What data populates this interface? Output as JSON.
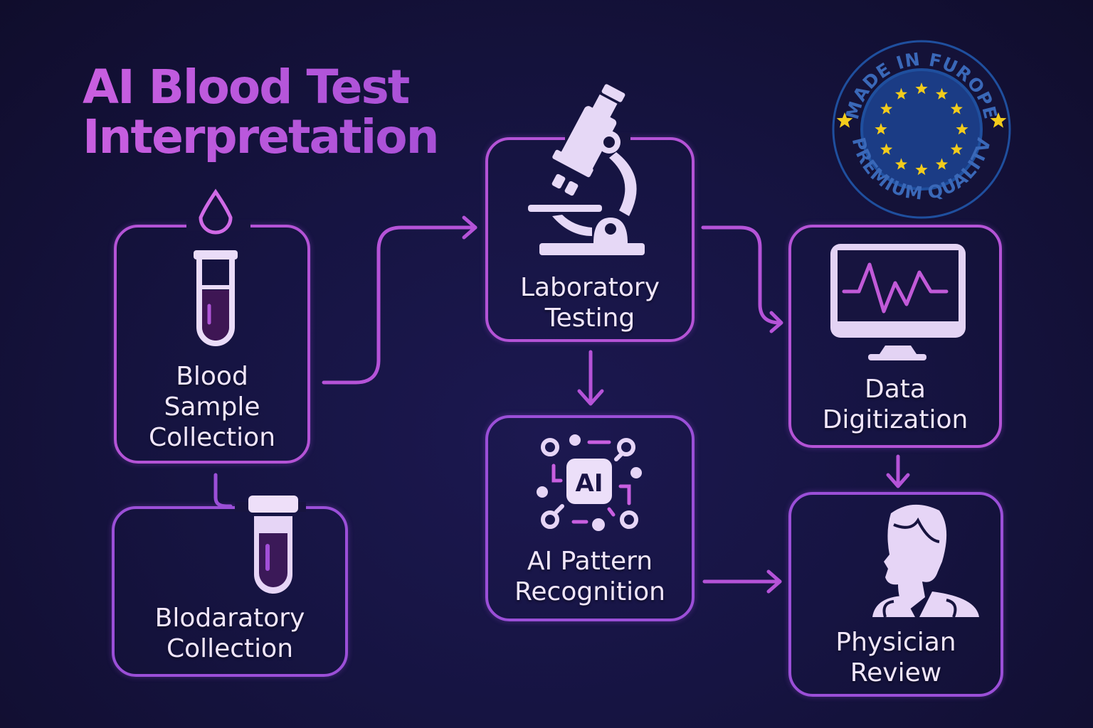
{
  "title": {
    "line1": "AI Blood Test",
    "line2": "Interpretation"
  },
  "badge": {
    "top_text": "MADE IN FUROPE",
    "bottom_text": "PREMIUM QUALITV",
    "icon": "eu-flag-stars-icon",
    "colors": {
      "ring": "#1f4f9e",
      "text": "#3a68b8",
      "center": "#1b3c85",
      "stars": "#f3cc1c"
    }
  },
  "steps": [
    {
      "id": "blood-sample-collection",
      "label_lines": [
        "Blood",
        "Sample",
        "Collection"
      ],
      "icon": "test-tube-drop-icon"
    },
    {
      "id": "blodaratory-collection",
      "label_lines": [
        "Blodaratory",
        "Collection"
      ],
      "icon": "test-tube-icon"
    },
    {
      "id": "laboratory-testing",
      "label_lines": [
        "Laboratory",
        "Testing"
      ],
      "icon": "microscope-icon"
    },
    {
      "id": "ai-pattern-recognition",
      "label_lines": [
        "AI Pattern",
        "Recognition"
      ],
      "icon": "ai-network-icon",
      "icon_text": "AI"
    },
    {
      "id": "data-digitization",
      "label_lines": [
        "Data",
        "Digitization"
      ],
      "icon": "monitor-heartbeat-icon"
    },
    {
      "id": "physician-review",
      "label_lines": [
        "Physician",
        "Review"
      ],
      "icon": "doctor-icon"
    }
  ],
  "connections": [
    {
      "from": "blood-sample-collection",
      "to": "laboratory-testing"
    },
    {
      "from": "blood-sample-collection",
      "to": "blodaratory-collection"
    },
    {
      "from": "laboratory-testing",
      "to": "ai-pattern-recognition"
    },
    {
      "from": "laboratory-testing",
      "to": "data-digitization"
    },
    {
      "from": "data-digitization",
      "to": "physician-review"
    },
    {
      "from": "ai-pattern-recognition",
      "to": "physician-review"
    }
  ],
  "colors": {
    "background": "#17143f",
    "title": "#c15ad8",
    "border_pink": "#b453d6",
    "border_purple": "#9b4fd8",
    "arrow": "#b553d8",
    "icon_fill": "#e9dcf7",
    "label": "#f1e6fb"
  }
}
